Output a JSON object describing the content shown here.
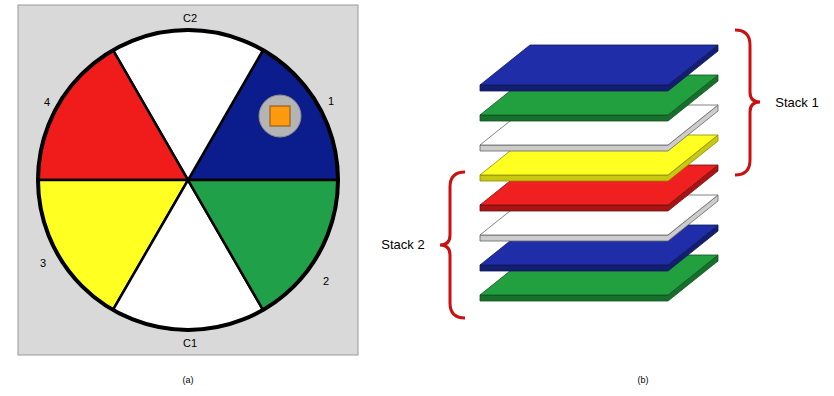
{
  "diagram": {
    "labels": [
      "C2",
      "4",
      "1",
      "3",
      "2",
      "C1",
      "Stack 1",
      "Stack 2",
      "(a)",
      "(b)"
    ]
  }
}
